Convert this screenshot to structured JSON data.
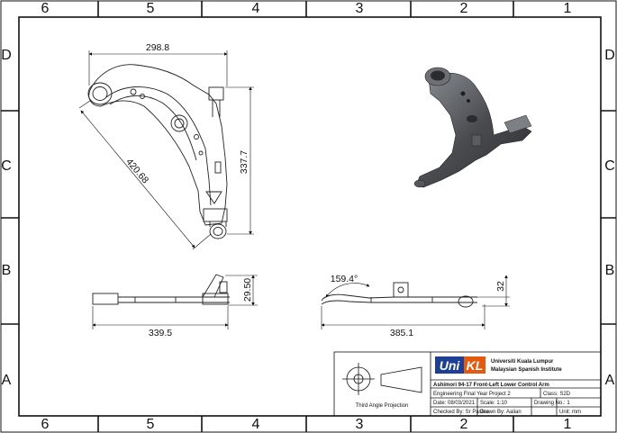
{
  "zones": {
    "columns": [
      "6",
      "5",
      "4",
      "3",
      "2",
      "1"
    ],
    "rows": [
      "D",
      "C",
      "B",
      "A"
    ]
  },
  "dimensions": {
    "front_width": "298.8",
    "front_height": "337.7",
    "front_diagonal": "420.68",
    "bottom_left_width": "339.5",
    "bottom_left_height": "29.50",
    "bottom_right_width": "385.1",
    "bottom_right_angle": "159.4°",
    "bottom_right_height": "32"
  },
  "title_block": {
    "logo_uni": "Uni",
    "logo_kl": "KL",
    "university": "Universiti Kuala Lumpur",
    "institute": "Malaysian Spanish Institute",
    "part_title": "Ashimori 94-17 Front-Left Lower Control Arm",
    "project": "Engineering Final Year Project 2",
    "class": "Class: S2D",
    "projection": "Third Angle Projection",
    "date": "Date: 08/03/2021",
    "scale": "Scale: 1:10",
    "drawing_no": "Drawing No.: 1",
    "checked_by": "Checked By: Sr Pastee",
    "drawn_by": "Drawn By: Aalian",
    "unit": "Unit: mm"
  },
  "colors": {
    "logo_blue": "#1d3f94",
    "logo_orange": "#e25b10",
    "part_dark": "#4a4c50"
  }
}
